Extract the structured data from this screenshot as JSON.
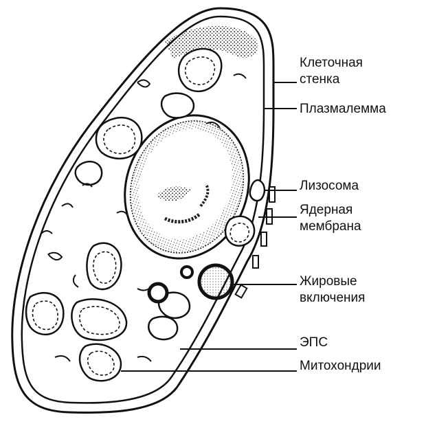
{
  "labels": {
    "cell_wall": "Клеточная\nстенка",
    "plasmalemma": "Плазмалемма",
    "lysosome": "Лизосома",
    "nuclear_membrane": "Ядерная\nмембрана",
    "fat_inclusions": "Жировые\nвключения",
    "er": "ЭПС",
    "mitochondria": "Митохондрии"
  },
  "colors": {
    "ink": "#111111",
    "paper": "#ffffff"
  }
}
